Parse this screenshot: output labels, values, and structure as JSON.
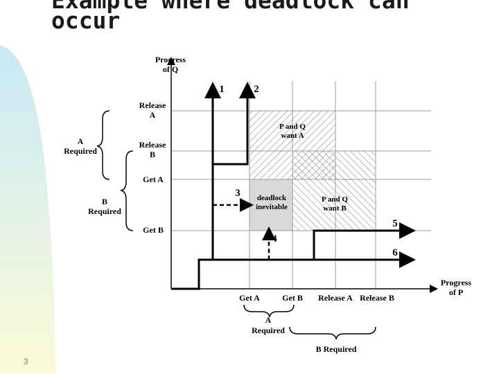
{
  "slide": {
    "title_line1": "Example where deadlock can",
    "title_line2": "occur",
    "number": "3"
  },
  "axes": {
    "y_label_line1": "Progress",
    "y_label_line2": "of Q",
    "x_label_line1": "Progress",
    "x_label_line2": "of P",
    "y_ticks": [
      {
        "line1": "Release",
        "line2": "A"
      },
      {
        "line1": "Release",
        "line2": "B"
      },
      {
        "line1": "Get A",
        "line2": ""
      },
      {
        "line1": "Get B",
        "line2": ""
      }
    ],
    "x_ticks": [
      "Get A",
      "Get B",
      "Release A",
      "Release B"
    ]
  },
  "regions": {
    "pq_want_a_line1": "P and Q",
    "pq_want_a_line2": "want A",
    "pq_want_b_line1": "P and Q",
    "pq_want_b_line2": "want B",
    "deadlock_line1": "deadlock",
    "deadlock_line2": "inevitable"
  },
  "paths": [
    "1",
    "2",
    "3",
    "4",
    "5",
    "6"
  ],
  "braces": {
    "left_a_line1": "A",
    "left_a_line2": "Required",
    "left_b_line1": "B",
    "left_b_line2": "Required",
    "bottom_a_line1": "A",
    "bottom_a_line2": "Required",
    "bottom_b": "B Required"
  },
  "colors": {
    "slide_bar_top": "#c9e9f7",
    "slide_bar_bottom": "#fbfbd6",
    "deadlock_fill": "#d9d9d9",
    "ink": "#000000"
  }
}
